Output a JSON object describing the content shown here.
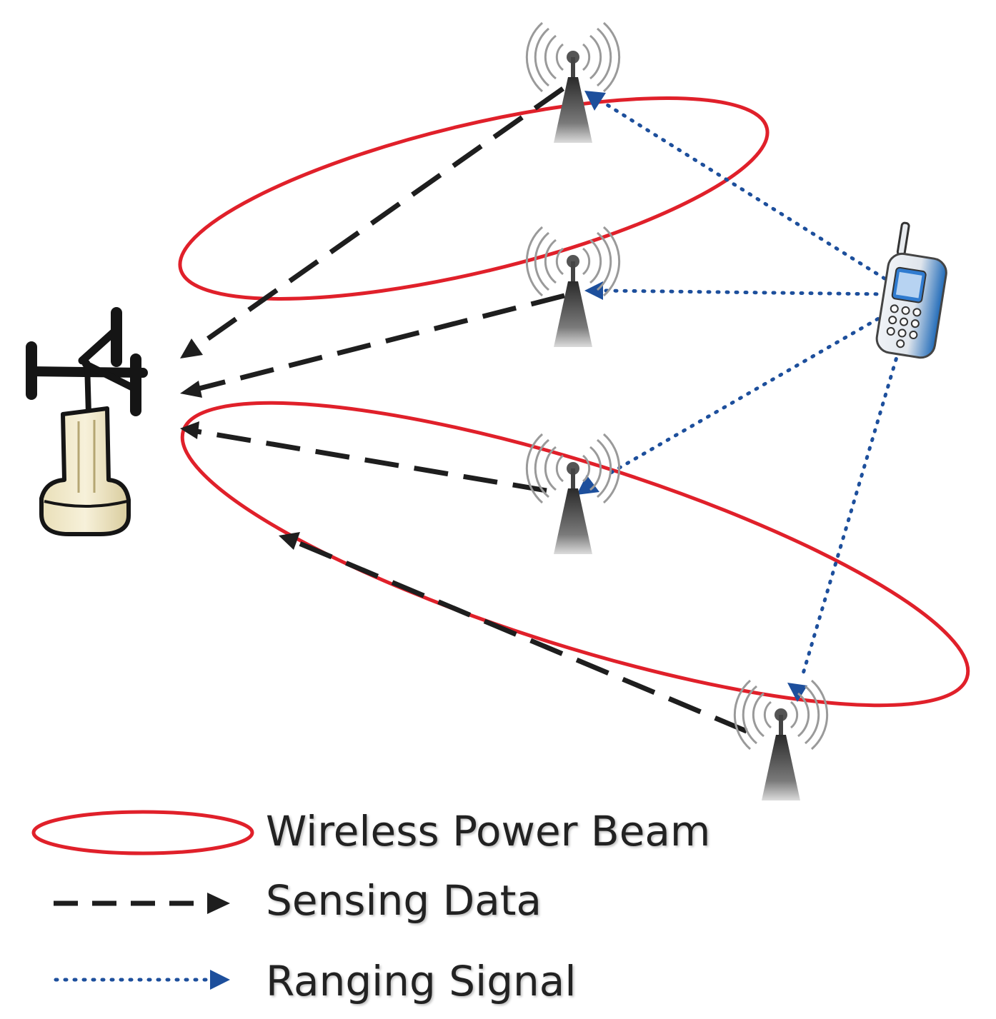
{
  "legend": {
    "power_beam": "Wireless Power Beam",
    "sensing_data": "Sensing Data",
    "ranging_signal": "Ranging Signal"
  },
  "colors": {
    "power_beam": "#e0202a",
    "sensing_data": "#1e1e1e",
    "ranging_signal": "#1d4f9c"
  },
  "icons": [
    "base-station-icon",
    "sensor-tower-icon",
    "mobile-phone-icon"
  ]
}
